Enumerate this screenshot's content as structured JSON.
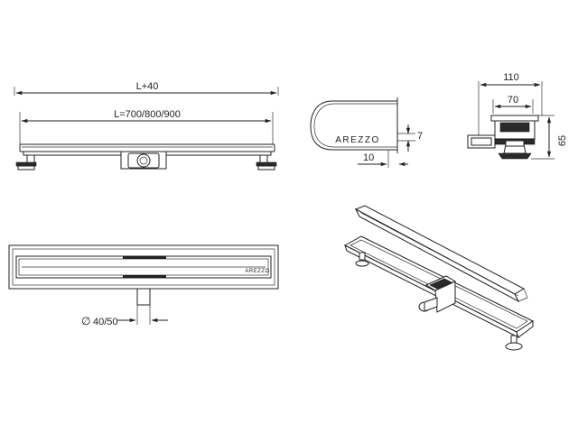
{
  "drawing": {
    "dims": {
      "total_length": "L+40",
      "channel_length": "L=700/800/900",
      "width_total": "110",
      "width_inner": "70",
      "height": "65",
      "height_small": "7",
      "offset": "10",
      "outlet": "40/50",
      "diameter_symbol": "∅"
    },
    "brand": "AREZZO"
  },
  "colors": {
    "line": "#222222",
    "background": "#ffffff"
  }
}
